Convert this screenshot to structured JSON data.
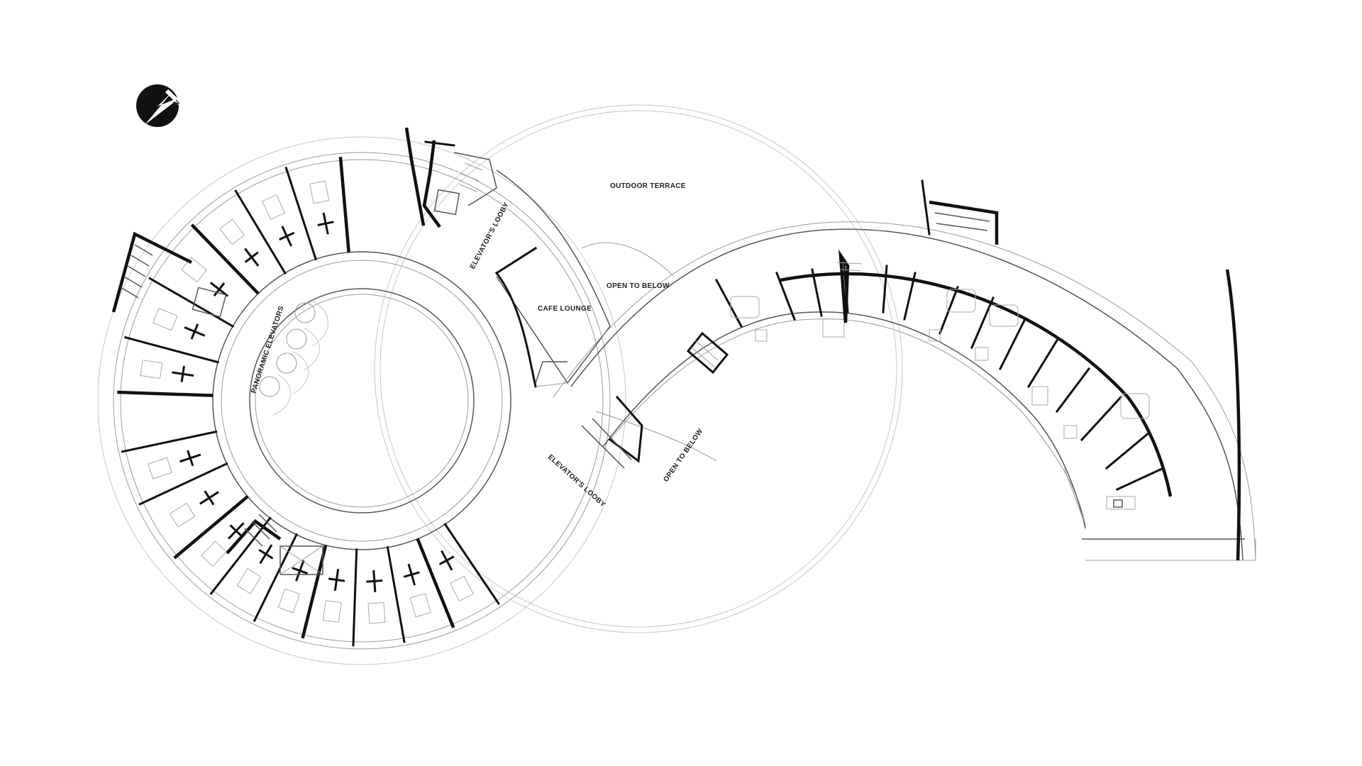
{
  "labels": {
    "outdoor_terrace": "OUTDOOR TERRACE",
    "open_to_below_top": "OPEN TO BELOW",
    "open_to_below_bottom": "OPEN TO BELOW",
    "cafe_lounge": "CAFE LOUNGE",
    "elevators_lobby_top": "ELEVATOR'S LOOBY",
    "elevators_lobby_bottom": "ELEVATOR'S LOOBY",
    "panoramic_elevators": "PANORAMIC ELEVATORS"
  },
  "north_arrow": {
    "letter": "N",
    "icon": "north-arrow-icon"
  },
  "colors": {
    "ink": "#111111",
    "line": "#9a9a9a",
    "faint": "#c8c8c8",
    "background": "#ffffff"
  }
}
